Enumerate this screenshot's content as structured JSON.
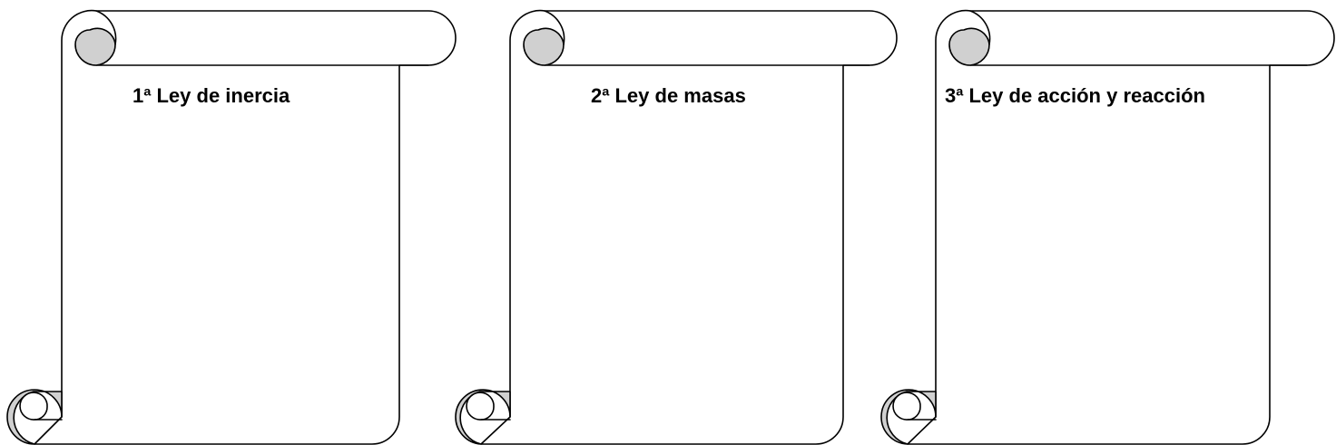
{
  "scrolls": [
    {
      "title": "1ª Ley de inercia"
    },
    {
      "title": "2ª Ley de masas"
    },
    {
      "title": "3ª Ley de acción y reacción"
    }
  ],
  "colors": {
    "stroke": "#000000",
    "paper": "#ffffff",
    "curl_fill": "#d0d0d0"
  }
}
